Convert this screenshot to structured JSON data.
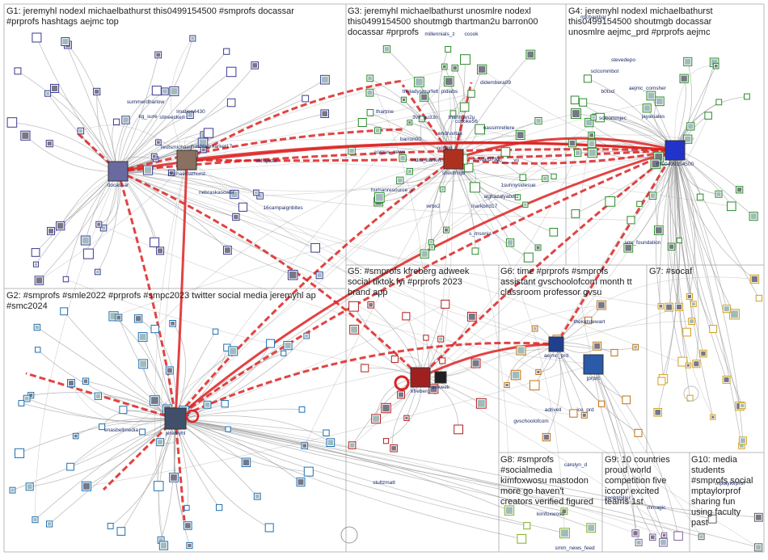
{
  "groups": [
    {
      "id": "G1",
      "label": "G1: jeremyhl nodexl michaelbathurst this0499154500 #smprofs docassar\n#prprofs hashtags aejmc top",
      "color": "#3a3a90"
    },
    {
      "id": "G2",
      "label": "G2: #smprofs #smle2022 #prprofs #smpc2023 twitter social media jeremyhl ap\n#smc2024",
      "color": "#1f6fb0"
    },
    {
      "id": "G3",
      "label": "G3: jeremyhl michaelbathurst unosmlre nodexl\nthis0499154500 shoutmgb thartman2u barron00\ndocassar #prprofs",
      "color": "#2a8a2a"
    },
    {
      "id": "G4",
      "label": "G4: jeremyhl nodexl michaelbathurst\nthis0499154500 shoutmgb docassar\nunosmlre aejmc_prd #prprofs aejmc",
      "color": "#2a8a2a"
    },
    {
      "id": "G5",
      "label": "G5: #smprofs kfreberg adweek\nsocial tiktok fyi #prprofs 2023\nbrand app",
      "color": "#b02020"
    },
    {
      "id": "G6",
      "label": "G6: time #prprofs #smprofs\nassistant gvschoolofcom month tt\nclassroom professor gvsu",
      "color": "#c07010"
    },
    {
      "id": "G7",
      "label": "G7: #socaf",
      "color": "#d0a020"
    },
    {
      "id": "G8",
      "label": "G8: #smprofs\n#socialmedia\nkimfoxwosu mastodon\nmore go haven't\ncreators verified figured",
      "color": "#80b020"
    },
    {
      "id": "G9",
      "label": "G9: 10 countries\nproud world\ncompetition five\niccopr excited\nteams 1st",
      "color": "#8060a0"
    },
    {
      "id": "G10",
      "label": "G10: media\nstudents\n#smprofs social\nmptaylorprof\nsharing fun\nusing faculty\npast",
      "color": "#606060"
    }
  ],
  "hubs": {
    "docassar": "docassar",
    "michaelbathurst": "michaelbathurst",
    "jeremyhl": "jeremyhl",
    "this0499154500": "this0499154500",
    "shoutmgb": "shoutmgb",
    "kfreberg": "kfreberg",
    "adweek": "adweek",
    "aejmc_prd": "aejmc_prd",
    "jprprc": "jprprc"
  },
  "labels": {
    "lmation4430": "lmation4430",
    "summerdharlow": "summerdharlow",
    "kg_sure": "kg_sure",
    "stineeckert": "stineeckert",
    "reutsmichaelj": "reutsmichaelj",
    "hashtagmarket17": "hashtagmarket17",
    "wifispider": "wifispider",
    "nebraskasower": "nebraskasower",
    "16campaignbites": "16campaignbites",
    "millennials_z": "millennials_z",
    "ccook": "ccook",
    "theladysmurfett": "theladysmurfett",
    "pldiabs": "pldiabs",
    "thartme": "thartme",
    "3vil_gu33n": "3vil_gu33n",
    "thartman2u": "thartman2u",
    "didembera09": "didembera09",
    "endruvitak": "endruvitak",
    "ccooke56": "ccooke56",
    "nassimrellere": "nassimrellere",
    "barron00": "barron00",
    "nodexl": "nodexl",
    "corpus_news": "corpus_news",
    "indra_barton": "indra_barton",
    "edward733": "edward733",
    "yo_vo": "yo____vo",
    "humanresource_x": "humanresource_x",
    "wrbx2": "wrbx2",
    "markbird17": "markbird17",
    "alghazalyabdi2": "alghazalyabdi2",
    "onesunnysidesue": "1sunnysidesue",
    "s_msonia": "s_msonia",
    "michaelbar": "michaelbar",
    "stevedepo": "stevedepo",
    "sclcommbot": "sclcommbot",
    "b0tscl": "b0tscl",
    "aejmc_comsher": "aejmc_comsher",
    "sclcommjec": "sclcommjec",
    "jayalsales": "jayalsales",
    "smr_foundation": "smr_foundation",
    "thekatstewart": "thekatstewart",
    "adrivell": "adrivell",
    "ice_prd": "ice_prd",
    "gvschoolofcom": "gvschoolofcom",
    "stultzmatt": "stultzmatt",
    "enasbellmedia": "enasbellmedia",
    "kimfoxwosu": "kimfoxwosu",
    "smm_news_feed": "smm_news_feed",
    "carolyn_d": "carolyn_d",
    "kenbtmiller": "kenbtmiller",
    "mmagic": "mmagic",
    "mptaylorprof": "mptaylorprof"
  }
}
